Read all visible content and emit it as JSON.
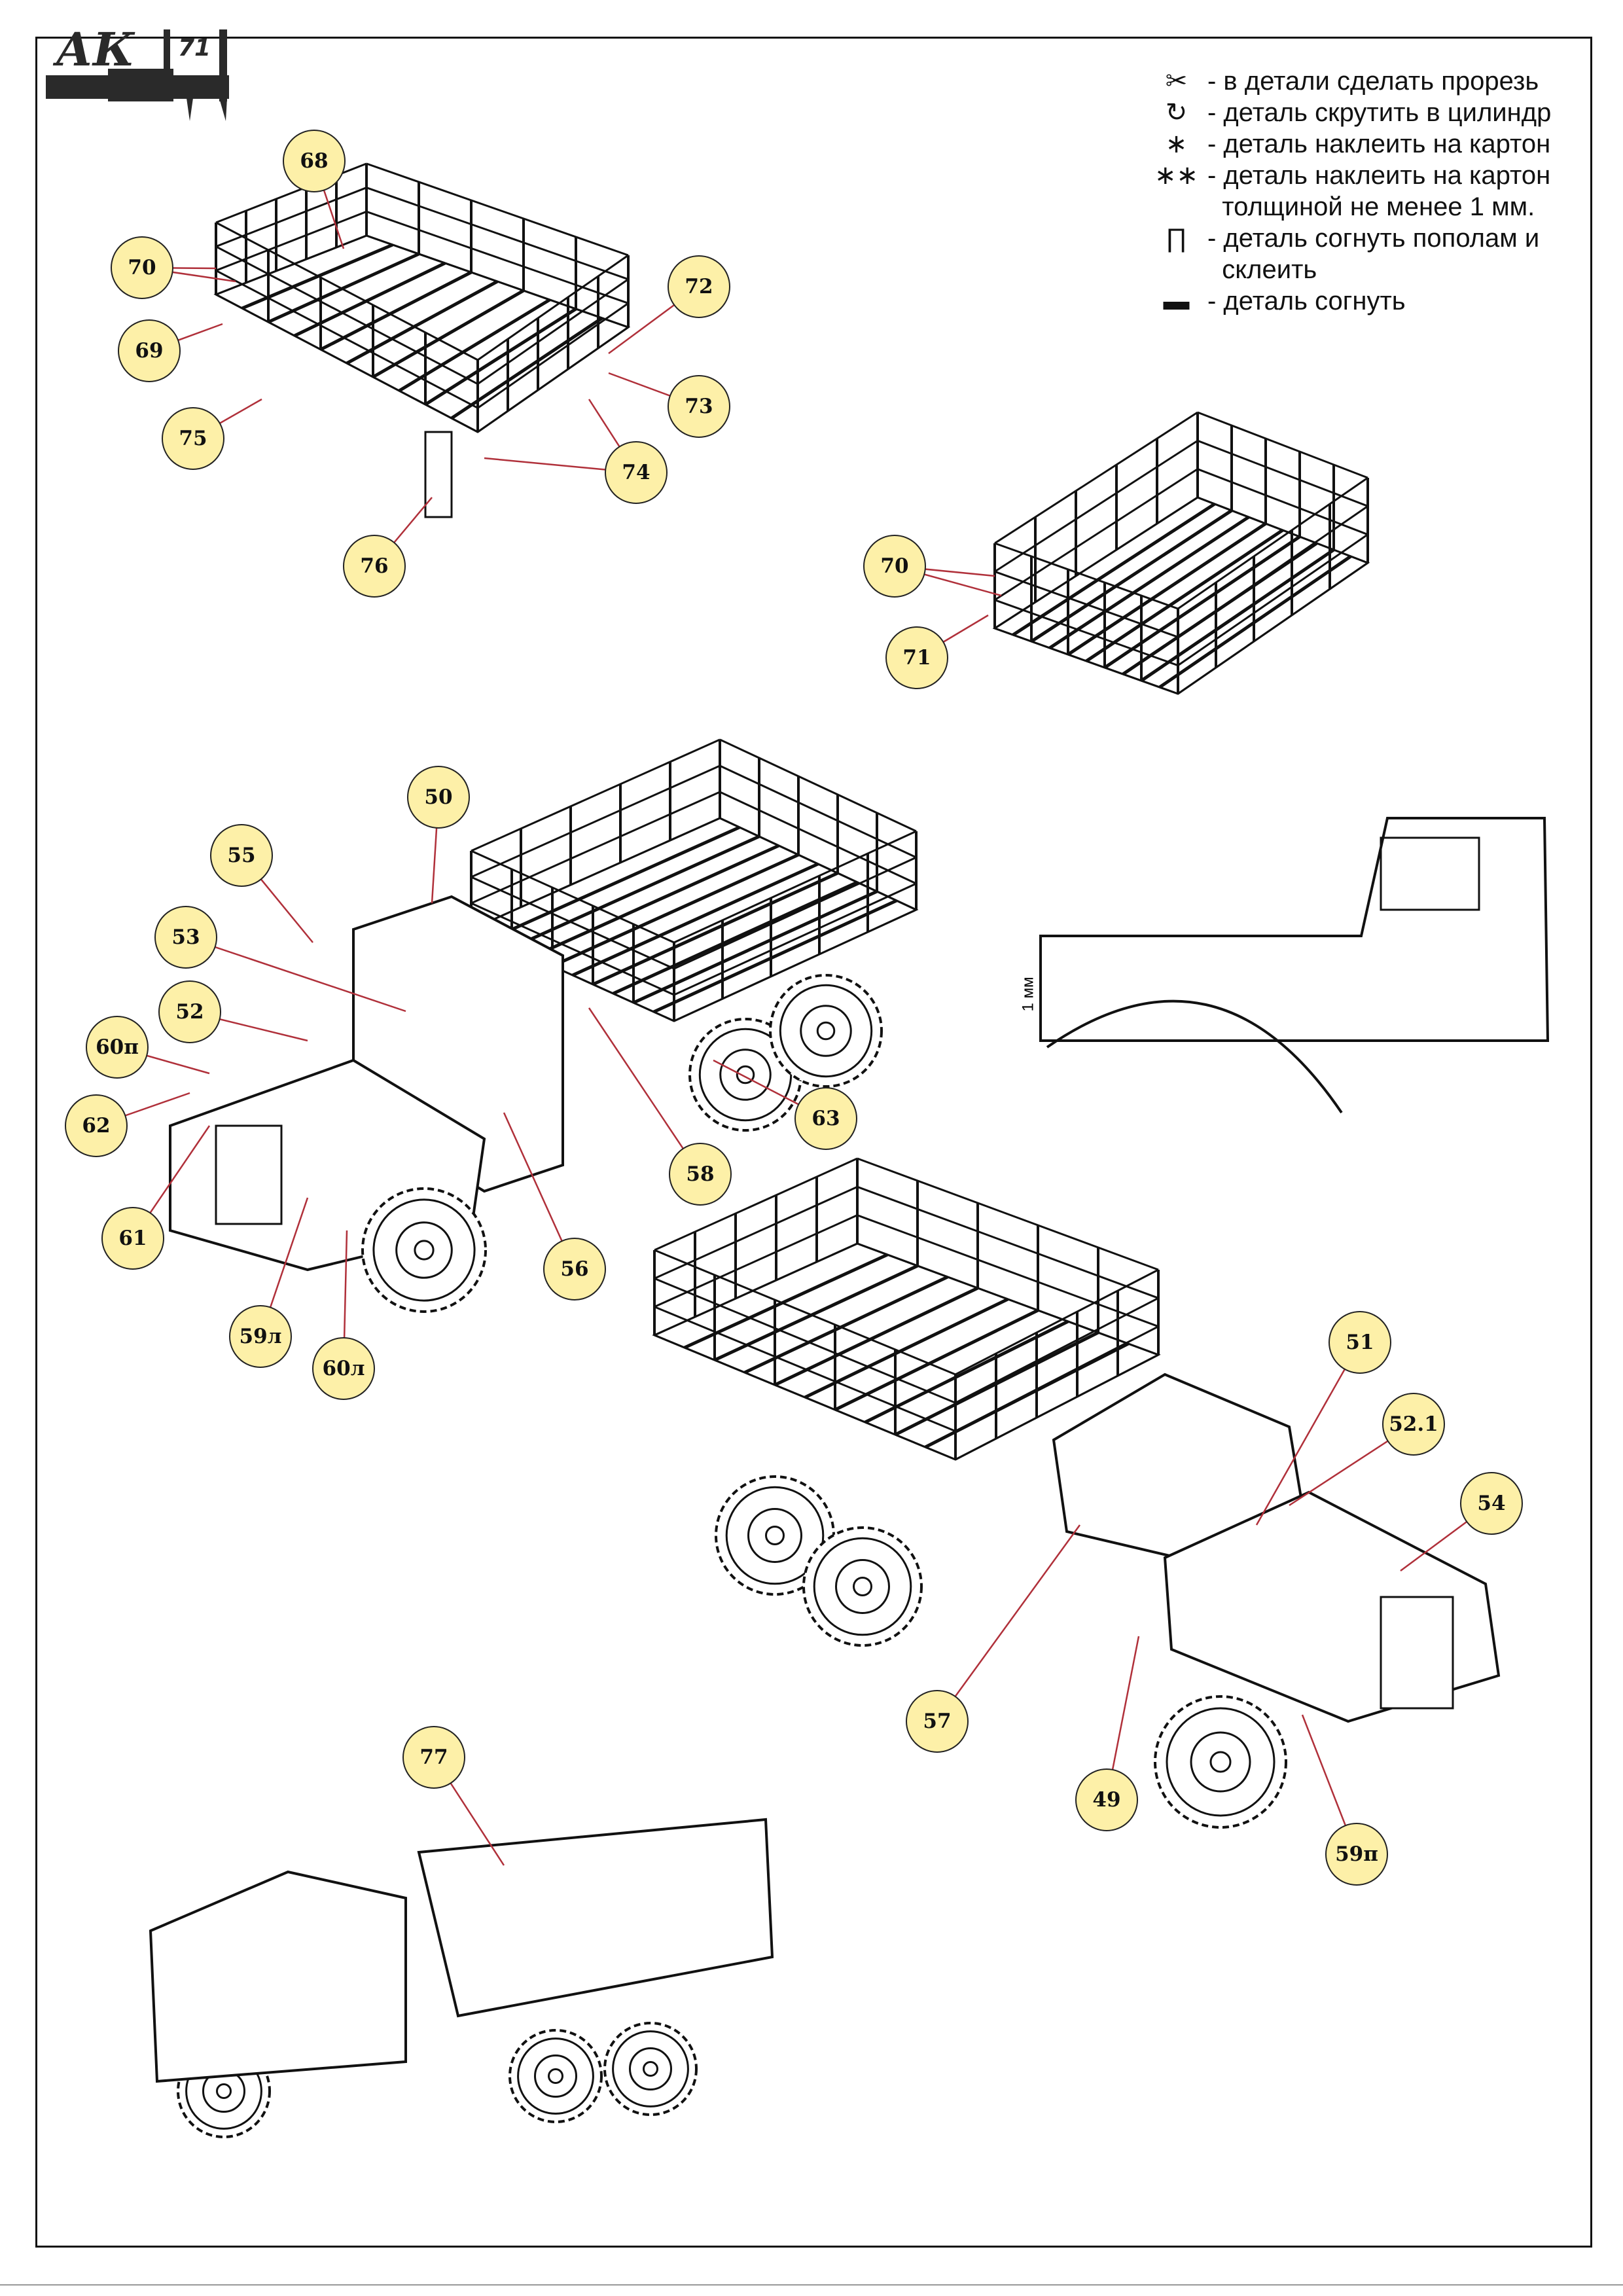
{
  "logo": {
    "text": "АК",
    "number": "71"
  },
  "legend": [
    {
      "icon": "scissors-icon",
      "symbol": "✂",
      "text": "- в детали сделать прорезь"
    },
    {
      "icon": "roll-cylinder-icon",
      "symbol": "↻",
      "text": "- деталь скрутить в цилиндр"
    },
    {
      "icon": "asterisk-icon",
      "symbol": "∗",
      "text": "- деталь наклеить на картон"
    },
    {
      "icon": "double-asterisk-icon",
      "symbol": "∗∗",
      "text": "- деталь наклеить на картон\n  толщиной не менее 1 мм."
    },
    {
      "icon": "fold-half-icon",
      "symbol": "∏",
      "text": "- деталь согнуть пополам и\n  склеить"
    },
    {
      "icon": "fold-line-icon",
      "symbol": "▬",
      "text": "- деталь согнуть"
    }
  ],
  "dimension_label": "1 мм",
  "callouts": [
    "68",
    "70",
    "69",
    "72",
    "73",
    "74",
    "75",
    "76",
    "70",
    "71",
    "50",
    "55",
    "53",
    "52",
    "60п",
    "62",
    "61",
    "59л",
    "60л",
    "56",
    "58",
    "63",
    "51",
    "52.1",
    "54",
    "57",
    "49",
    "59п",
    "77"
  ],
  "colors": {
    "leader": "#b0303a",
    "callout_fill": "#fdf0a8",
    "line": "#111111"
  }
}
